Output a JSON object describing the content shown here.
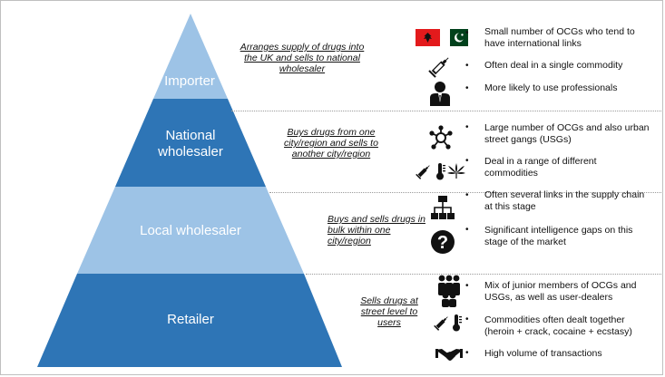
{
  "colors": {
    "light_blue": "#9dc3e6",
    "dark_blue": "#2e75b6",
    "separator": "#9a9a9a",
    "flag_red": "#e31a1c",
    "flag_green": "#01411c"
  },
  "levels": [
    {
      "name": "Importer",
      "description": "Arranges supply of drugs into the UK and sells to national wholesaler",
      "bullets": [
        {
          "text": "Small number of OCGs who tend to have international links",
          "icons": [
            "albania-flag-icon",
            "pakistan-flag-icon"
          ]
        },
        {
          "text": "Often deal in a single commodity",
          "icons": [
            "syringe-icon"
          ]
        },
        {
          "text": "More likely to use professionals",
          "icons": [
            "professional-person-icon"
          ]
        }
      ]
    },
    {
      "name": "National wholesaler",
      "description": "Buys drugs from one city/region and sells to another city/region",
      "bullets": [
        {
          "text": "Large number of OCGs and also urban street gangs (USGs)",
          "icons": [
            "network-icon"
          ]
        },
        {
          "text": "Deal in a range of different commodities",
          "icons": [
            "syringe-icon",
            "thermometer-icon",
            "cannabis-leaf-icon"
          ]
        }
      ]
    },
    {
      "name": "Local wholesaler",
      "description": "Buys and sells drugs in bulk within one city/region",
      "bullets": [
        {
          "text": "Often several links in the supply chain at this stage",
          "icons": [
            "hierarchy-chart-icon"
          ]
        },
        {
          "text": "Significant intelligence gaps on this stage of the market",
          "icons": [
            "question-mark-icon"
          ]
        }
      ]
    },
    {
      "name": "Retailer",
      "description": "Sells drugs at street level to users",
      "bullets": [
        {
          "text": "Mix of junior members of OCGs and USGs, as well as user-dealers",
          "icons": [
            "group-of-people-icon"
          ]
        },
        {
          "text": "Commodities often dealt together (heroin + crack, cocaine + ecstasy)",
          "icons": [
            "syringe-icon",
            "thermometer-icon"
          ]
        },
        {
          "text": "High volume of transactions",
          "icons": [
            "handshake-icon"
          ]
        }
      ]
    }
  ]
}
